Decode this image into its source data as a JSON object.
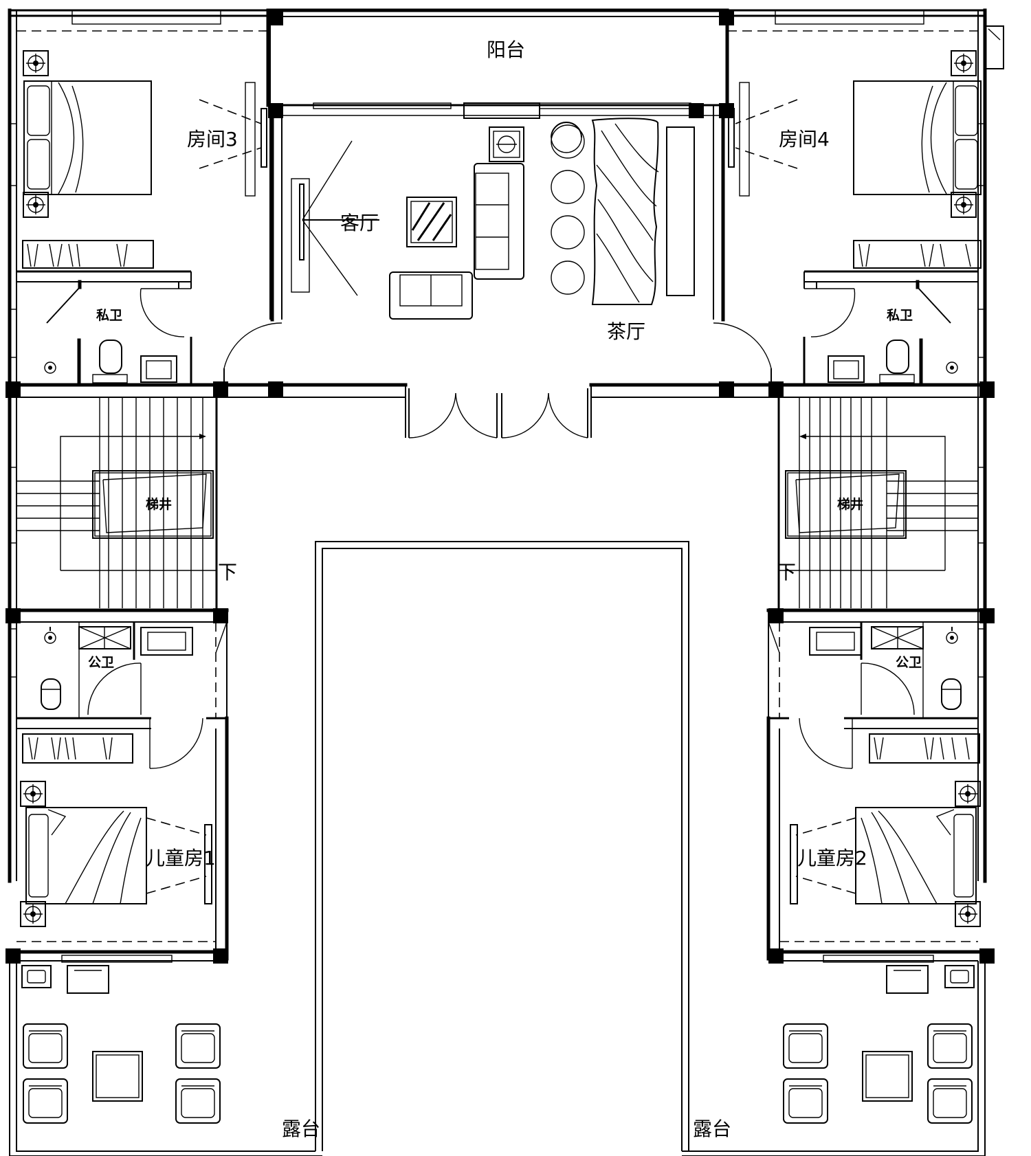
{
  "labels": {
    "balcony": "阳台",
    "room3": "房间3",
    "room4": "房间4",
    "living": "客厅",
    "tea": "茶厅",
    "bath_private_left": "私卫",
    "bath_private_right": "私卫",
    "stair_left": "梯井",
    "stair_right": "梯井",
    "down_left": "下",
    "down_right": "下",
    "bath_public_left": "公卫",
    "bath_public_right": "公卫",
    "kids1": "儿童房1",
    "kids2": "儿童房2",
    "terrace_left": "露台",
    "terrace_right": "露台"
  }
}
